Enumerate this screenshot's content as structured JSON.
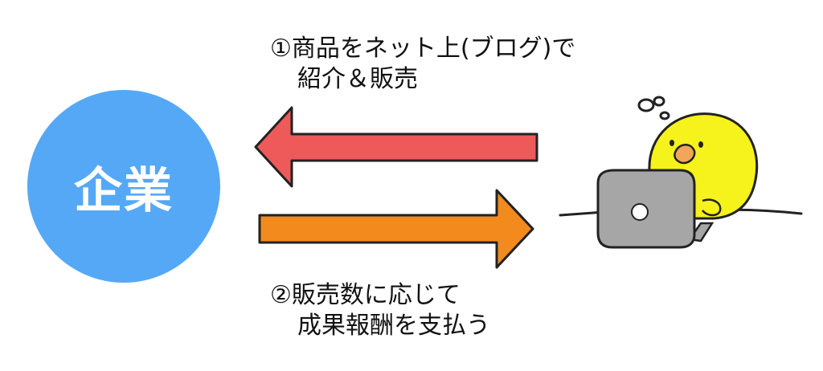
{
  "company": {
    "label": "企業",
    "color": "#55A8F5"
  },
  "step1": {
    "line1": "①商品をネット上(ブログ)で",
    "line2": "紹介＆販売"
  },
  "step2": {
    "line1": "②販売数に応じて",
    "line2": "成果報酬を支払う"
  },
  "arrows": {
    "to_company": {
      "color": "#EE5A5A",
      "direction": "left"
    },
    "to_blogger": {
      "color": "#F28A1E",
      "direction": "right"
    }
  },
  "blogger": {
    "character": "yellow-chick-icon",
    "laptop_color": "#A6A6A6"
  }
}
